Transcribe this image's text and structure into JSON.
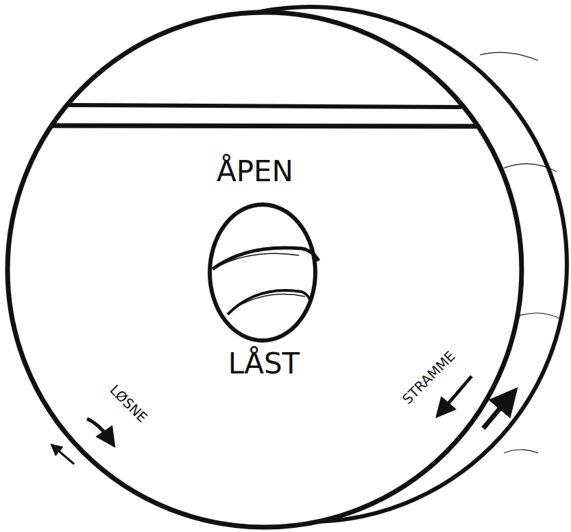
{
  "diagram": {
    "labels": [
      "ÅPEN",
      "LÅST",
      "LØSNE",
      "STRAMME"
    ]
  }
}
